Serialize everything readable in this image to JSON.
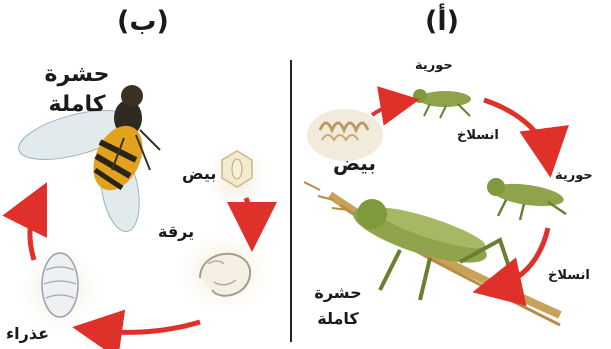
{
  "panels": {
    "left": {
      "label": "(ب)",
      "adult_line1": "حشرة",
      "adult_line2": "كاملة",
      "egg": "بيض",
      "larva": "يرقة",
      "pupa": "عذراء"
    },
    "right": {
      "label": "(أ)",
      "nymph_top": "حورية",
      "molt_1": "انسلاخ",
      "nymph_right": "حورية",
      "molt_2": "انسلاخ",
      "egg": "بيض",
      "adult_line1": "حشرة",
      "adult_line2": "كاملة"
    }
  },
  "colors": {
    "arrow": "#e0302a",
    "insect_body": "#7f9a3c",
    "bee_stripe": "#e1a21e",
    "background_patch": "#efe6d2"
  }
}
